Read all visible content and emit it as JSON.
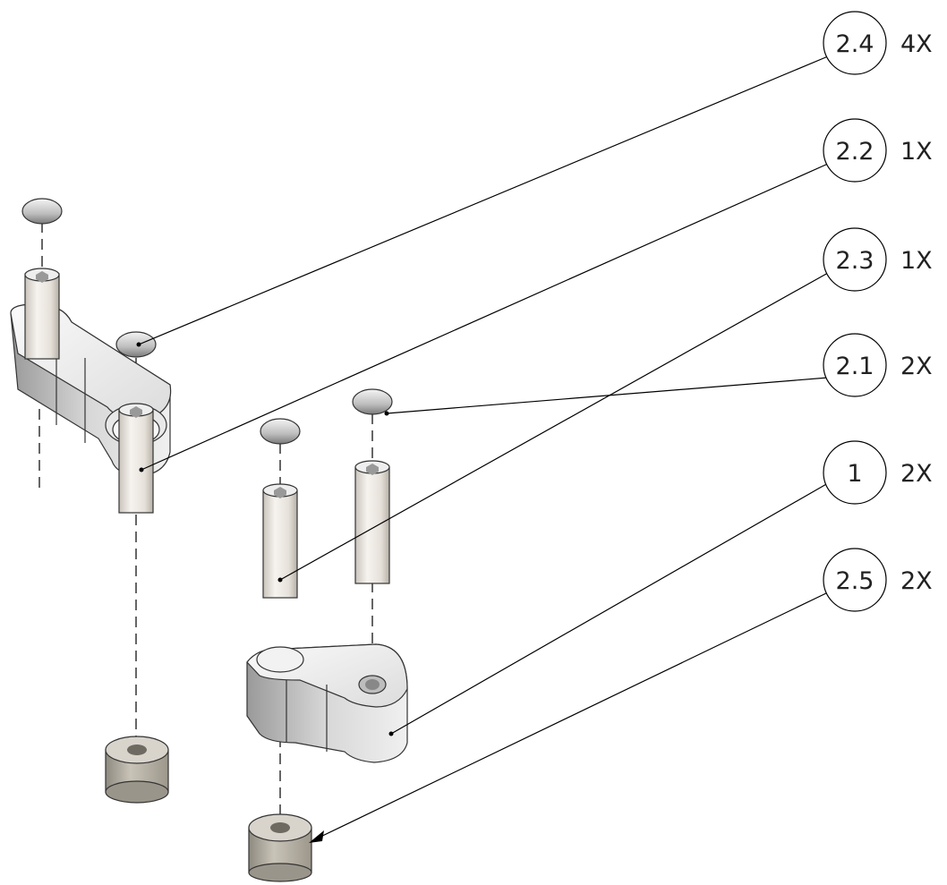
{
  "balloons": [
    {
      "item": "2.4",
      "qty": "4X"
    },
    {
      "item": "2.2",
      "qty": "1X"
    },
    {
      "item": "2.3",
      "qty": "1X"
    },
    {
      "item": "2.1",
      "qty": "2X"
    },
    {
      "item": "1",
      "qty": "2X"
    },
    {
      "item": "2.5",
      "qty": "2X"
    }
  ]
}
